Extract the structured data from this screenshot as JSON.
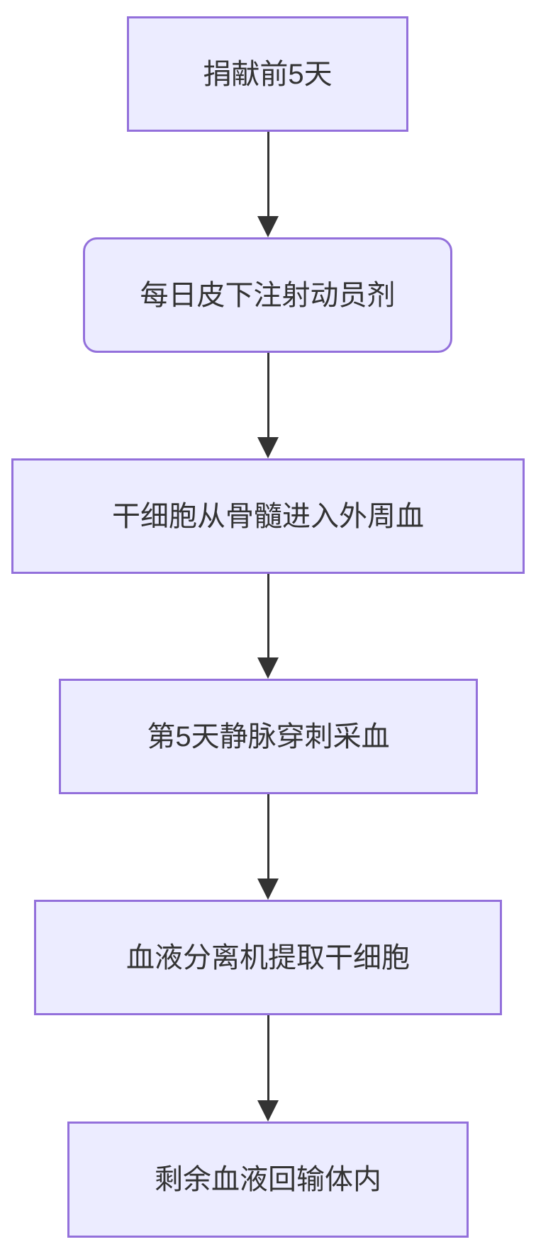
{
  "diagram": {
    "type": "flowchart",
    "direction": "top-down",
    "colors": {
      "background": "#ffffff",
      "node_fill": "#ECECFF",
      "node_border": "#9370DB",
      "arrow": "#333333",
      "text": "#333333"
    },
    "nodes": [
      {
        "label": "捐献前5天",
        "shape": "rectangle"
      },
      {
        "label": "每日皮下注射动员剂",
        "shape": "rounded-rectangle"
      },
      {
        "label": "干细胞从骨髓进入外周血",
        "shape": "rectangle"
      },
      {
        "label": "第5天静脉穿刺采血",
        "shape": "rectangle"
      },
      {
        "label": "血液分离机提取干细胞",
        "shape": "rectangle"
      },
      {
        "label": "剩余血液回输体内",
        "shape": "rectangle"
      }
    ],
    "edges": [
      {
        "from": 0,
        "to": 1,
        "style": "arrow-down"
      },
      {
        "from": 1,
        "to": 2,
        "style": "arrow-down"
      },
      {
        "from": 2,
        "to": 3,
        "style": "arrow-down"
      },
      {
        "from": 3,
        "to": 4,
        "style": "arrow-down"
      },
      {
        "from": 4,
        "to": 5,
        "style": "arrow-down"
      }
    ]
  }
}
